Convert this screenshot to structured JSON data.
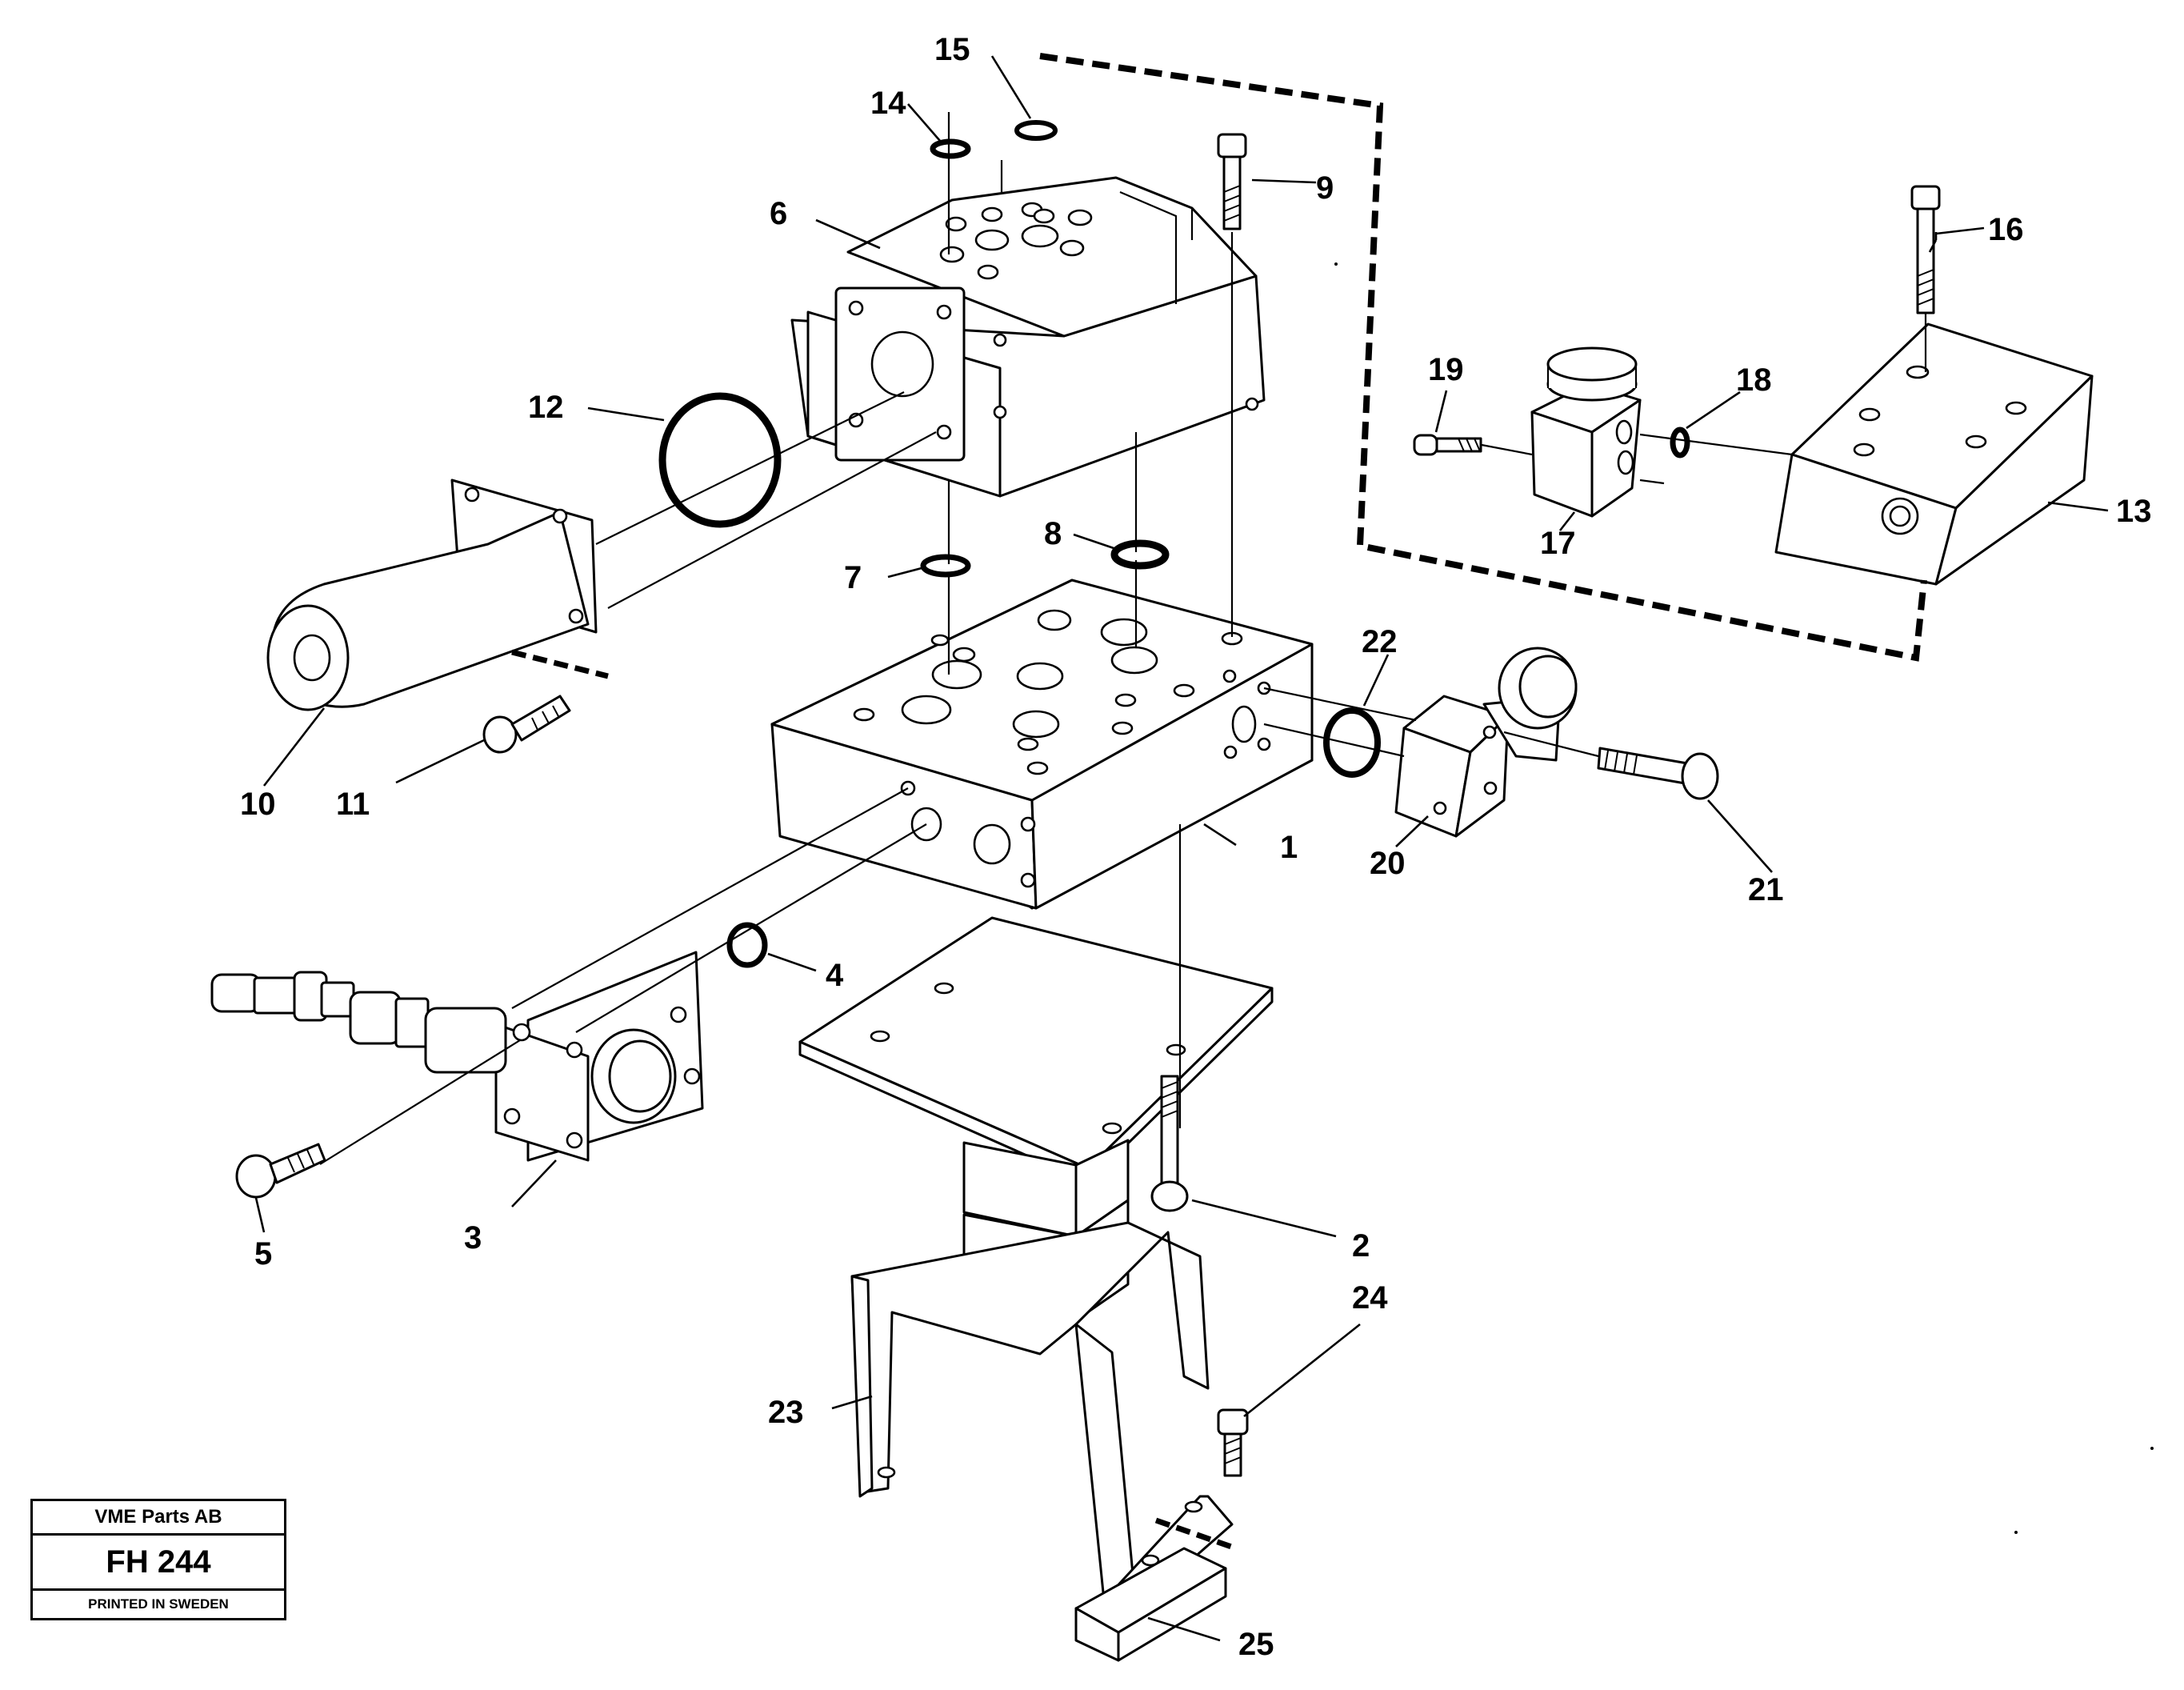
{
  "callouts": {
    "c1": "1",
    "c2": "2",
    "c3": "3",
    "c4": "4",
    "c5": "5",
    "c6": "6",
    "c7": "7",
    "c8": "8",
    "c9": "9",
    "c10": "10",
    "c11": "11",
    "c12": "12",
    "c13": "13",
    "c14": "14",
    "c15": "15",
    "c16": "16",
    "c17": "17",
    "c18": "18",
    "c19": "19",
    "c20": "20",
    "c21": "21",
    "c22": "22",
    "c23": "23",
    "c24": "24",
    "c25": "25"
  },
  "title_block": {
    "company": "VME Parts AB",
    "code": "FH 244",
    "printed": "PRINTED IN SWEDEN"
  }
}
